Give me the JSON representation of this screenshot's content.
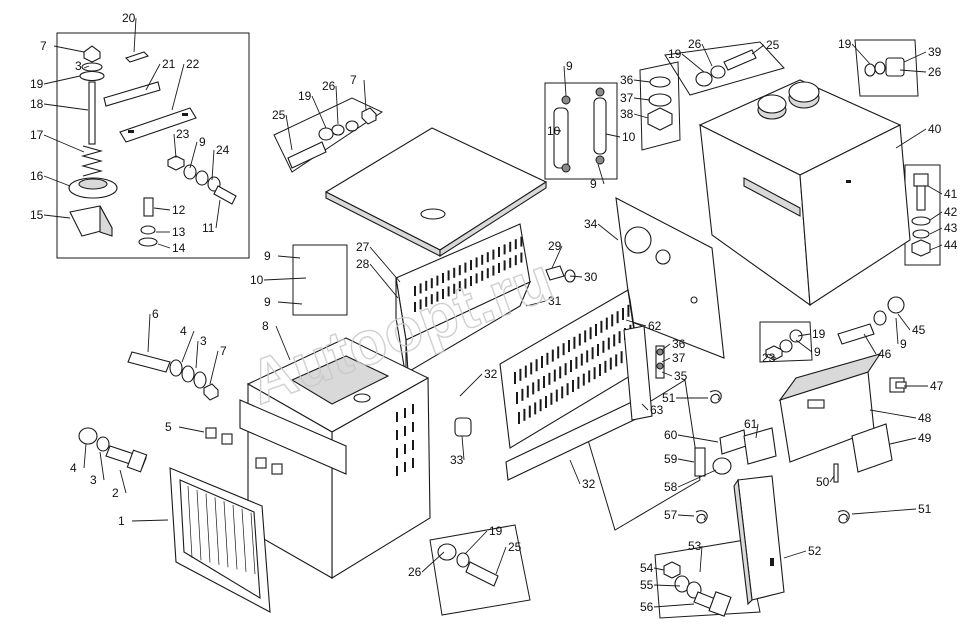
{
  "watermark": "Autoopt.ru",
  "callouts": [
    "1",
    "2",
    "3",
    "4",
    "5",
    "6",
    "7",
    "8",
    "9",
    "10",
    "11",
    "12",
    "13",
    "14",
    "15",
    "16",
    "17",
    "18",
    "19",
    "20",
    "21",
    "22",
    "23",
    "24",
    "25",
    "26",
    "27",
    "28",
    "29",
    "30",
    "31",
    "32",
    "33",
    "34",
    "35",
    "36",
    "37",
    "38",
    "39",
    "40",
    "41",
    "42",
    "43",
    "44",
    "45",
    "46",
    "47",
    "48",
    "49",
    "50",
    "51",
    "52",
    "53",
    "54",
    "55",
    "56",
    "57",
    "58",
    "59",
    "60",
    "61",
    "62",
    "63"
  ],
  "parts": {
    "hood": "engine hood (part 40)",
    "mesh_panel": "grille panel (part 27)",
    "front_grille": "front grille (part 1)",
    "housing": "housing (part 8)",
    "side_panel": "side panel (part 34)",
    "perforated_panel": "louvred panel (part 62)",
    "bracket": "bracket (part 48)",
    "bracket_support": "support bracket (part 52)"
  },
  "colors": {
    "line": "#1a1a1a",
    "background": "#ffffff",
    "shade": "#d9d9d9",
    "watermark": "#c8c8c8"
  }
}
